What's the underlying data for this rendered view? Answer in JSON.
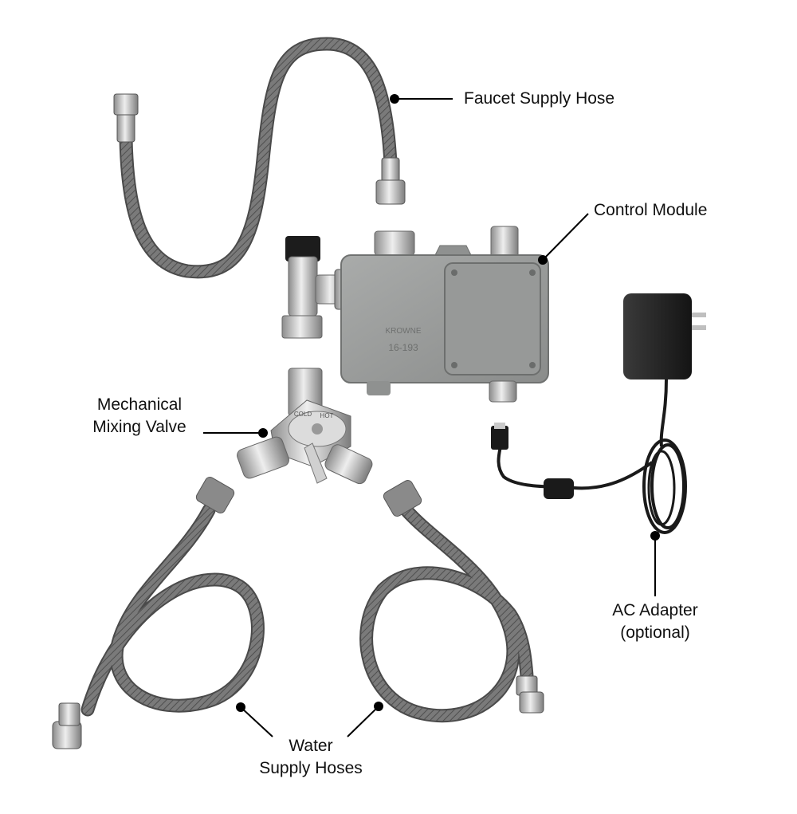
{
  "labels": {
    "faucet_supply_hose": "Faucet Supply Hose",
    "control_module": "Control Module",
    "mixing_valve_line1": "Mechanical",
    "mixing_valve_line2": "Mixing Valve",
    "ac_adapter_line1": "AC Adapter",
    "ac_adapter_line2": "(optional)",
    "water_hoses_line1": "Water",
    "water_hoses_line2": "Supply Hoses"
  },
  "module_text": {
    "brand": "KROWNE",
    "model": "16-193",
    "valve_cold": "COLD",
    "valve_hot": "HOT"
  },
  "colors": {
    "hose": "#6e6e6e",
    "module": "#9a9c9b",
    "chrome": "#c9c9c9",
    "adapter": "#1e1e1e",
    "leader": "#000000"
  }
}
